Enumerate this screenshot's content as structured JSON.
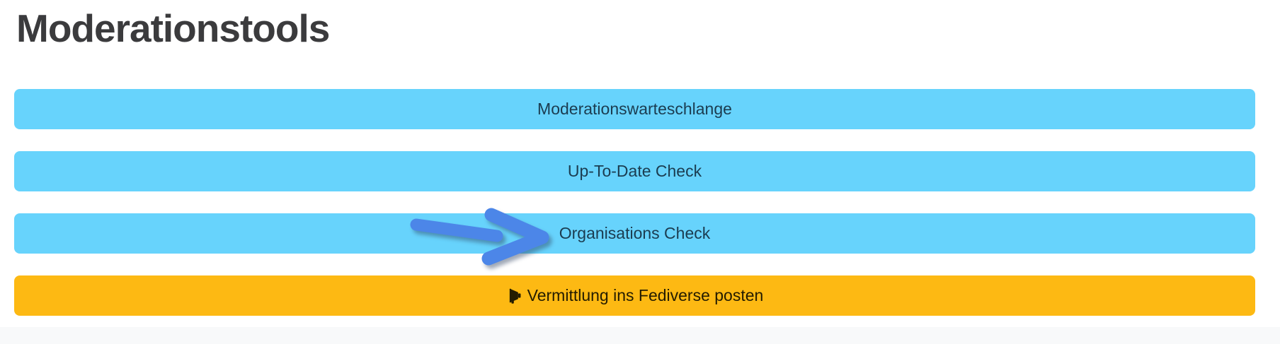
{
  "page": {
    "title": "Moderationstools"
  },
  "buttons": [
    {
      "label": "Moderationswarteschlange",
      "style": "blue"
    },
    {
      "label": "Up-To-Date Check",
      "style": "blue"
    },
    {
      "label": "Organisations Check",
      "style": "blue",
      "annotation": "blue-arrow-pointing-at-button"
    },
    {
      "label": "Vermittlung ins Fediverse posten",
      "style": "orange",
      "icon": "megaphone-icon"
    }
  ],
  "colors": {
    "button_blue": "#67d3fc",
    "button_blue_text": "#1b3c50",
    "button_orange": "#fdb913",
    "button_orange_text": "#241c01",
    "heading_text": "#3b3b3d",
    "annotation_arrow": "#4c86e8",
    "footer_strip": "#f8f9fa",
    "page_background": "#ffffff"
  }
}
